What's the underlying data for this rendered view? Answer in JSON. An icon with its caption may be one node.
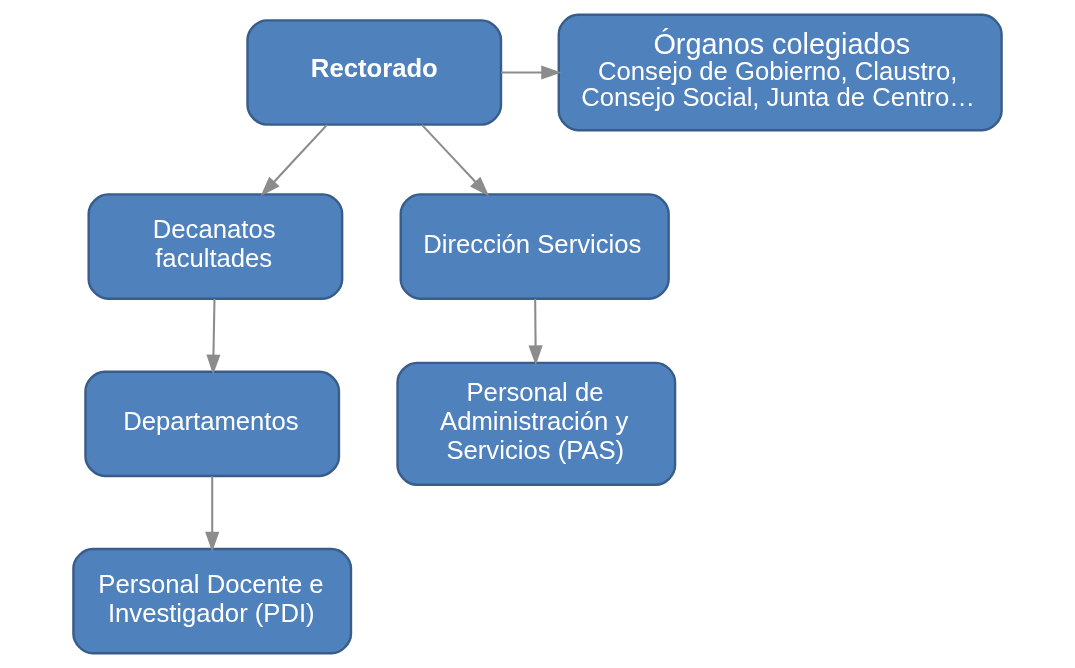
{
  "diagram": {
    "nodes": [
      {
        "text": [
          "Rectorado"
        ]
      },
      {
        "text": [
          "Órganos colegiados",
          "Consejo de Gobierno, Claustro, Consejo Social, Junta de Centro…"
        ]
      },
      {
        "text": [
          "Decanatos facultades"
        ]
      },
      {
        "text": [
          "Dirección Servicios"
        ]
      },
      {
        "text": [
          "Departamentos"
        ]
      },
      {
        "text": [
          "Personal de Administración y Servicios (PAS)"
        ]
      },
      {
        "text": [
          "Personal Docente e Investigador (PDI)"
        ]
      }
    ],
    "edges": [
      {
        "from": 0,
        "to": 1,
        "arrow": "to"
      },
      {
        "from": 0,
        "to": 2,
        "arrow": "to"
      },
      {
        "from": 0,
        "to": 3,
        "arrow": "to"
      },
      {
        "from": 2,
        "to": 4,
        "arrow": "to"
      },
      {
        "from": 3,
        "to": 5,
        "arrow": "to"
      },
      {
        "from": 4,
        "to": 6,
        "arrow": "to"
      }
    ]
  }
}
